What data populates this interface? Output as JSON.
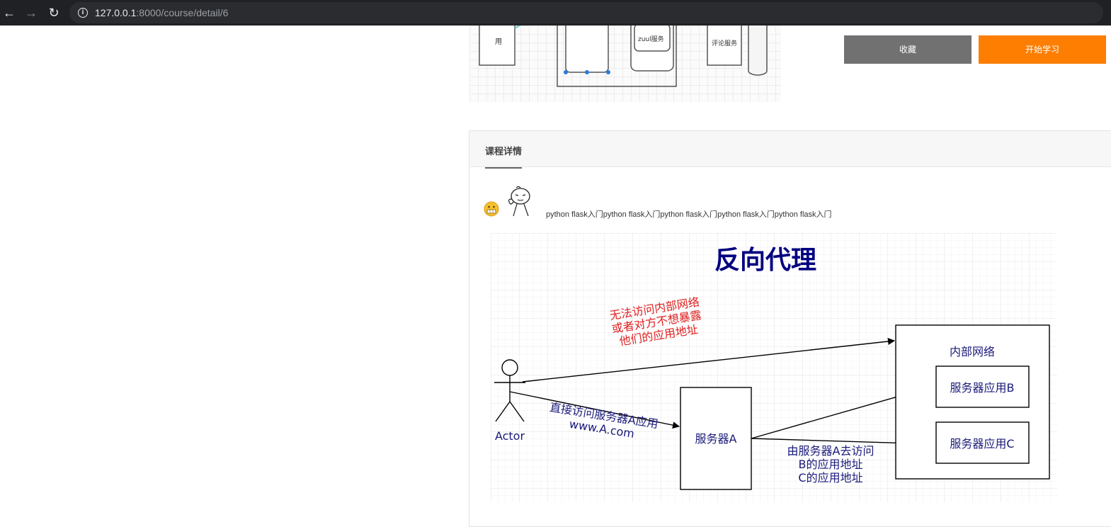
{
  "browser": {
    "url_host": "127.0.0.1",
    "url_path": ":8000/course/detail/6"
  },
  "actions": {
    "favorite_label": "收藏",
    "start_label": "开始学习"
  },
  "cover": {
    "labels": [
      "用",
      "zuul服务",
      "评论服务"
    ]
  },
  "detail": {
    "tab_label": "课程详情",
    "intro_text": "python flask入门python flask入门python flask入门python flask入门python flask入门"
  },
  "diagram": {
    "title": "反向代理",
    "note_red": [
      "无法访问内部网络",
      "或者对方不想暴露",
      "他们的应用地址"
    ],
    "direct_access": [
      "直接访问服务器A应用",
      "www.A.com"
    ],
    "actor": "Actor",
    "server_a": "服务器A",
    "via_a": [
      "由服务器A去访问",
      "B的应用地址",
      "C的应用地址"
    ],
    "internal_network": "内部网络",
    "server_b": "服务器应用B",
    "server_c": "服务器应用C",
    "colors": {
      "title": "#000080",
      "label": "#1a1a7a",
      "red": "#e02020"
    }
  }
}
